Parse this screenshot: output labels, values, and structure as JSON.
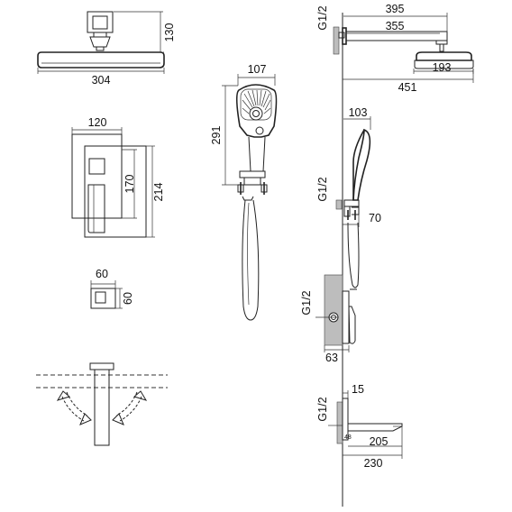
{
  "dimensions": {
    "head_height": "130",
    "head_width": "304",
    "mixer_width": "120",
    "mixer_inner": "170",
    "mixer_height": "214",
    "holder_width": "60",
    "holder_height": "60",
    "handset_width": "107",
    "handset_length": "291",
    "arm_overall": "395",
    "arm_length": "355",
    "head_side": "193",
    "total_projection": "451",
    "handset_projection": "103",
    "outlet_projection": "70",
    "mixer_projection": "63",
    "spout_offset": "15",
    "spout_reach": "205",
    "spout_total": "230",
    "spout_tag": "48"
  },
  "thread_labels": {
    "arm": "G1/2",
    "handset": "G1/2",
    "mixer": "G1/2",
    "spout": "G1/2"
  }
}
